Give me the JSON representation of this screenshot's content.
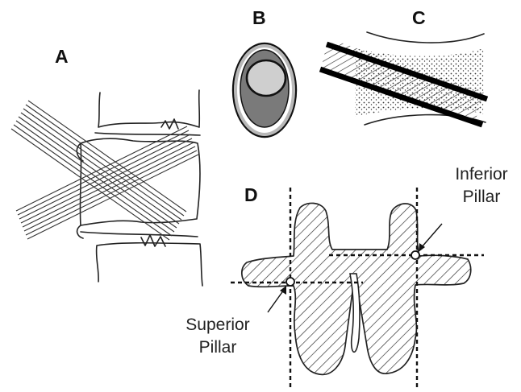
{
  "panels": {
    "a": {
      "label": "A"
    },
    "b": {
      "label": "B"
    },
    "c": {
      "label": "C"
    },
    "d": {
      "label": "D"
    }
  },
  "annotations": {
    "inferior_pillar": {
      "line1": "Inferior",
      "line2": "Pillar"
    },
    "superior_pillar": {
      "line1": "Superior",
      "line2": "Pillar"
    }
  },
  "colors": {
    "ink": "#111111",
    "graft_outer_ring": "#b8b8b8",
    "graft_core_dark": "#7a7a7a",
    "graft_core_light": "#cfcfcf",
    "hatch": "#333333"
  }
}
